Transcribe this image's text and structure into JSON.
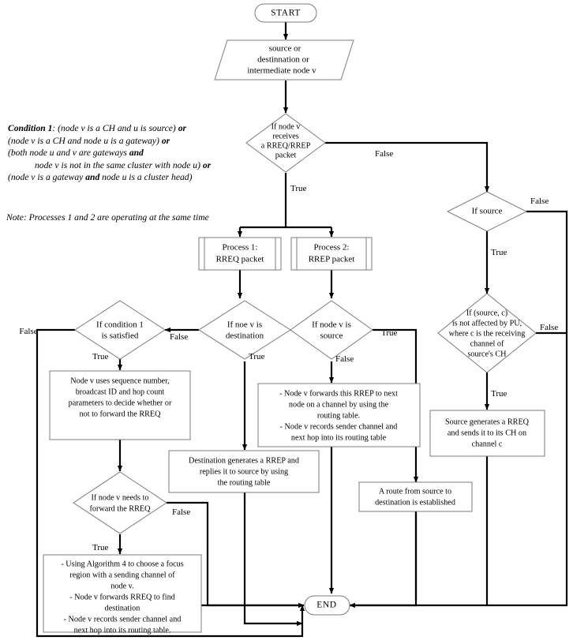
{
  "diagram": {
    "title": "Routing protocol flowchart (RREQ/RREP)",
    "colors": {
      "shape_stroke": "#7b7b7b",
      "connector": "#000000",
      "background": "#ffffff",
      "text": "#000000"
    }
  },
  "notes": {
    "condition": {
      "label": "Condition 1",
      "separator": ":",
      "line1_a": " (node v is a CH and u is source) ",
      "line1_or": "or",
      "line2_a": "(node v is a CH and node u is a gateway) ",
      "line2_or": "or",
      "line3_a": "(both node u and v are gateways ",
      "line3_and": "and",
      "line4_a": "node v is not in the same cluster with node u) ",
      "line4_or": "or",
      "line5_a": "(node v is a gateway ",
      "line5_and": "and",
      "line5_b": " node u is a cluster head)"
    },
    "timing": "Note: Processes 1 and 2 are operating at the same time"
  },
  "nodes": {
    "start": {
      "text": "START",
      "shape": "terminator"
    },
    "input_node": {
      "shape": "parallelogram",
      "lines": [
        "source or",
        "destinnation or",
        "intermediate node v"
      ]
    },
    "decide_receives": {
      "shape": "decision",
      "lines": [
        "If node v",
        "receives",
        "a RREQ/RREP",
        "packet"
      ]
    },
    "process1": {
      "shape": "predefined-process",
      "lines": [
        "Process 1:",
        "RREQ packet"
      ]
    },
    "process2": {
      "shape": "predefined-process",
      "lines": [
        "Process 2:",
        "RREP packet"
      ]
    },
    "decide_condition1": {
      "shape": "decision",
      "lines": [
        "If condition 1",
        "is satisfied"
      ]
    },
    "decide_destination": {
      "shape": "decision",
      "lines": [
        "If noe v is",
        "destination"
      ]
    },
    "decide_source_v": {
      "shape": "decision",
      "lines": [
        "If node v is",
        "source"
      ]
    },
    "decide_is_source": {
      "shape": "decision",
      "lines": [
        "If source"
      ]
    },
    "decide_pu": {
      "shape": "decision",
      "lines": [
        "If (source, c)",
        "is not affected by PU,",
        "where c is the receiving",
        "channel of",
        "source's CH"
      ]
    },
    "box_seqnum": {
      "shape": "process",
      "lines": [
        "Node v uses sequence number,",
        "broadcast ID and hop count",
        "parameters to decide whether or",
        "not to forward the RREQ"
      ]
    },
    "box_forward_rrep": {
      "shape": "process",
      "lines": [
        "- Node v forwards this RREP to next",
        "node on a channel by using the",
        "routing table.",
        "- Node v records sender channel and",
        "next hop into its routing table"
      ]
    },
    "box_dest_rrep": {
      "shape": "process",
      "lines": [
        "Destination generates a RREP and",
        "replies it to source by using",
        "the routing table"
      ]
    },
    "box_source_rreq": {
      "shape": "process",
      "lines": [
        "Source generates a RREQ",
        "and sends it to its CH on",
        "channel c"
      ]
    },
    "box_route_established": {
      "shape": "process",
      "lines": [
        "A route from source to",
        "destination is established"
      ]
    },
    "decide_needs_forward": {
      "shape": "decision",
      "lines": [
        "If node v needs to",
        "forward the RREQ"
      ]
    },
    "box_algorithm4": {
      "shape": "process",
      "lines": [
        "- Using Algorithm 4 to choose a focus",
        "region with a sending channel of",
        "node v.",
        "- Node v forwards RREQ to find",
        "destination",
        "- Node v records sender channel and",
        "next hop into its routing table."
      ]
    },
    "end": {
      "text": "END",
      "shape": "terminator"
    }
  },
  "edge_labels": {
    "receives_false": "False",
    "receives_true": "True",
    "condition1_false": "False",
    "condition1_true": "True",
    "destination_false": "False",
    "destination_true": "True",
    "source_v_true": "True",
    "source_v_false": "False",
    "is_source_false": "False",
    "is_source_true": "True",
    "pu_false": "False",
    "pu_true": "True",
    "needs_forward_false": "False",
    "needs_forward_true": "True"
  }
}
